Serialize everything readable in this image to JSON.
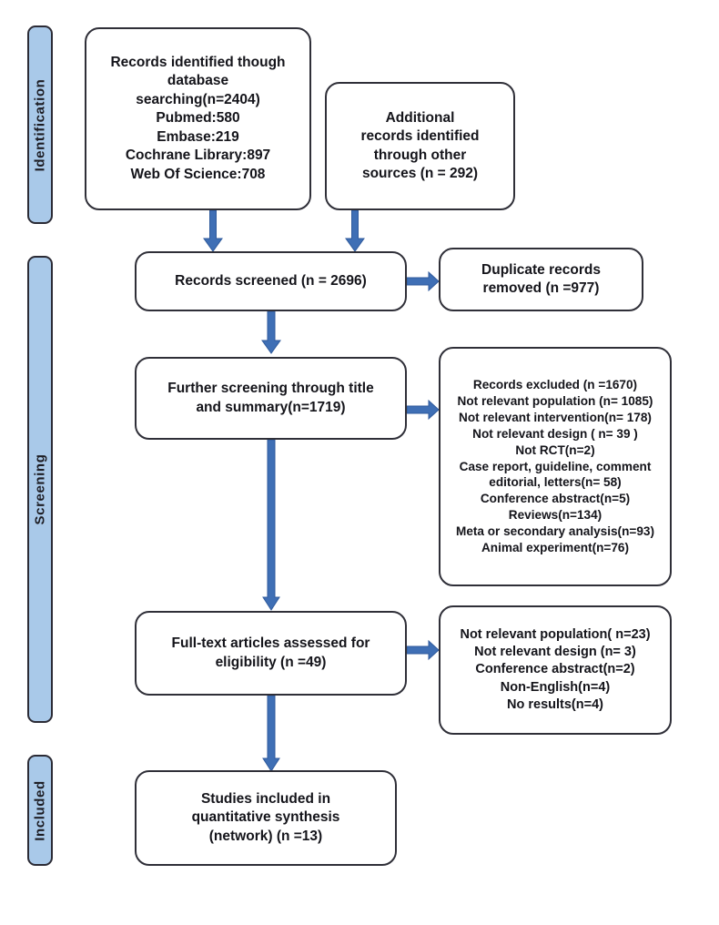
{
  "diagram": {
    "title": "PRISMA study selection flow diagram",
    "accent_color": "#3f6fb5",
    "phase_bar_color": "#a9c9e9",
    "box_border_color": "#2f2f38"
  },
  "phases": [
    {
      "id": "identification",
      "label": "Identification"
    },
    {
      "id": "screening",
      "label": "Screening"
    },
    {
      "id": "included",
      "label": "Included"
    }
  ],
  "boxes": {
    "database_records": {
      "lines": [
        "Records identified though",
        "database",
        "searching(n=2404)",
        "Pubmed:580",
        "Embase:219",
        "Cochrane Library:897",
        "Web Of Science:708"
      ]
    },
    "additional_records": {
      "lines": [
        "Additional",
        "records identified",
        "through other",
        "sources (n = 292)"
      ]
    },
    "records_screened": {
      "lines": [
        "Records screened (n = 2696)"
      ]
    },
    "duplicates_removed": {
      "lines": [
        "Duplicate records",
        "removed  (n =977)"
      ]
    },
    "further_screening": {
      "lines": [
        "Further screening through title",
        "and summary(n=1719)"
      ]
    },
    "records_excluded": {
      "lines": [
        "Records excluded (n =1670)",
        "Not relevant population (n= 1085)",
        "Not relevant intervention(n= 178)",
        "Not relevant design ( n= 39 )",
        "Not RCT(n=2)",
        "Case report, guideline, comment",
        "editorial, letters(n= 58)",
        "Conference abstract(n=5)",
        "Reviews(n=134)",
        "Meta or secondary analysis(n=93)",
        "Animal experiment(n=76)"
      ]
    },
    "fulltext_assessed": {
      "lines": [
        "Full-text articles assessed for",
        "eligibility (n =49)"
      ]
    },
    "fulltext_excluded": {
      "lines": [
        "Not relevant population( n=23)",
        "Not relevant design (n= 3)",
        "Conference abstract(n=2)",
        "Non-English(n=4)",
        "No results(n=4)"
      ]
    },
    "studies_included": {
      "lines": [
        "Studies included in",
        "quantitative synthesis",
        "(network) (n =13)"
      ]
    }
  },
  "chart_data": {
    "type": "diagram",
    "title": "PRISMA flow diagram",
    "nodes": [
      {
        "id": "database_records",
        "phase": "Identification",
        "n": 2404,
        "breakdown": {
          "Pubmed": 580,
          "Embase": 219,
          "Cochrane Library": 897,
          "Web Of Science": 708
        }
      },
      {
        "id": "additional_records",
        "phase": "Identification",
        "n": 292
      },
      {
        "id": "records_screened",
        "phase": "Screening",
        "n": 2696
      },
      {
        "id": "duplicates_removed",
        "phase": "Screening",
        "n": 977
      },
      {
        "id": "further_screening",
        "phase": "Screening",
        "n": 1719
      },
      {
        "id": "records_excluded",
        "phase": "Screening",
        "n": 1670,
        "breakdown": {
          "Not relevant population": 1085,
          "Not relevant intervention": 178,
          "Not relevant design": 39,
          "Not RCT": 2,
          "Case report, guideline, comment editorial, letters": 58,
          "Conference abstract": 5,
          "Reviews": 134,
          "Meta or secondary analysis": 93,
          "Animal experiment": 76
        }
      },
      {
        "id": "fulltext_assessed",
        "phase": "Screening",
        "n": 49
      },
      {
        "id": "fulltext_excluded",
        "phase": "Screening",
        "breakdown": {
          "Not relevant population": 23,
          "Not relevant design": 3,
          "Conference abstract": 2,
          "Non-English": 4,
          "No results": 4
        }
      },
      {
        "id": "studies_included",
        "phase": "Included",
        "n": 13
      }
    ],
    "edges": [
      {
        "from": "database_records",
        "to": "records_screened",
        "direction": "down"
      },
      {
        "from": "additional_records",
        "to": "records_screened",
        "direction": "down"
      },
      {
        "from": "records_screened",
        "to": "duplicates_removed",
        "direction": "right"
      },
      {
        "from": "records_screened",
        "to": "further_screening",
        "direction": "down"
      },
      {
        "from": "further_screening",
        "to": "records_excluded",
        "direction": "right"
      },
      {
        "from": "further_screening",
        "to": "fulltext_assessed",
        "direction": "down"
      },
      {
        "from": "fulltext_assessed",
        "to": "fulltext_excluded",
        "direction": "right"
      },
      {
        "from": "fulltext_assessed",
        "to": "studies_included",
        "direction": "down"
      }
    ]
  }
}
